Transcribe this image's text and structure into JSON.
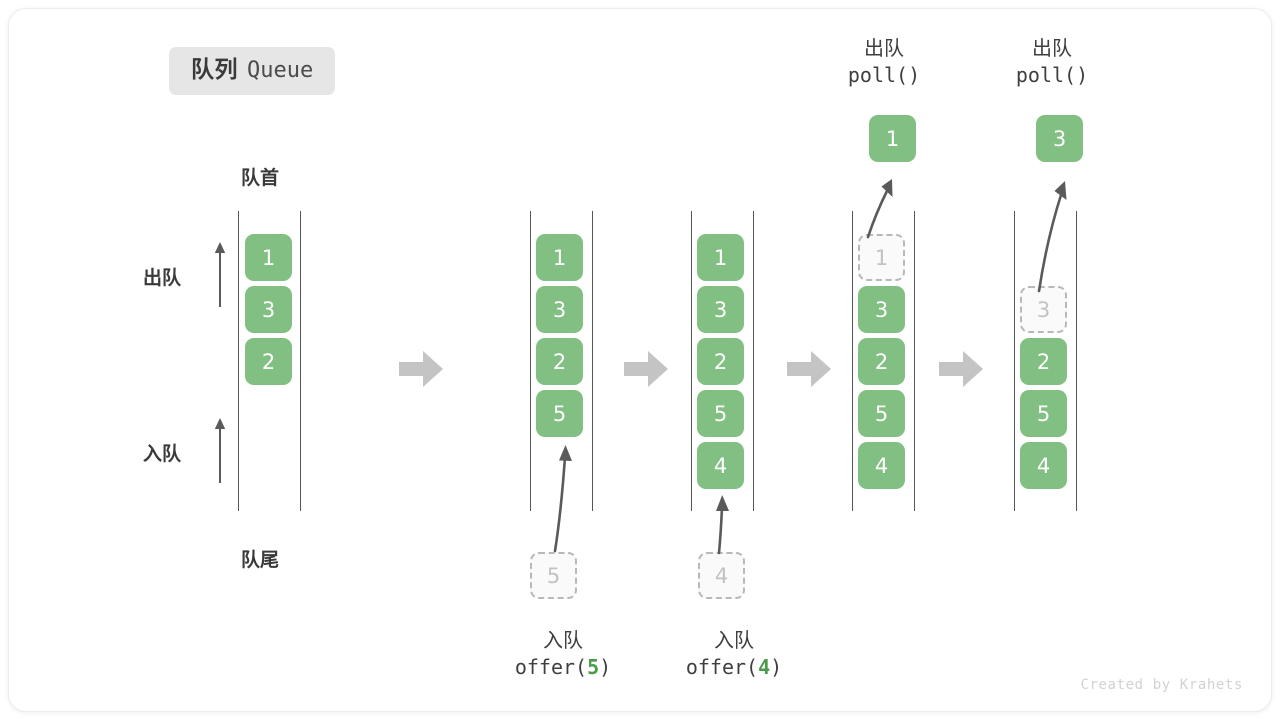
{
  "title": {
    "cn": "队列",
    "en": "Queue"
  },
  "labels": {
    "head": "队首",
    "tail": "队尾",
    "dequeue": "出队",
    "enqueue": "入队"
  },
  "side_ops": [
    {
      "name": "dequeue-direction",
      "text": "出队"
    },
    {
      "name": "enqueue-direction",
      "text": "入队"
    }
  ],
  "operations": [
    {
      "cn": "入队",
      "fn": "offer(",
      "arg": "5",
      "close": ")"
    },
    {
      "cn": "入队",
      "fn": "offer(",
      "arg": "4",
      "close": ")"
    },
    {
      "cn": "出队",
      "fn": "poll(",
      "arg": "",
      "close": ")"
    },
    {
      "cn": "出队",
      "fn": "poll(",
      "arg": "",
      "close": ")"
    }
  ],
  "colors": {
    "cell_fill": "#82bf82",
    "cell_text": "#ffffff",
    "ghost_fill": "#fafafa",
    "ghost_border": "#b8b8b8",
    "ghost_text": "#c2c2c2",
    "rail": "#555555",
    "step_arrow": "#c4c4c4",
    "motion_arrow": "#5a5a5a",
    "badge_bg": "#e6e6e6",
    "accent_green": "#4a9b4a"
  },
  "columns": [
    {
      "name": "queue-state-1",
      "cells": [
        {
          "value": "1",
          "state": "full"
        },
        {
          "value": "3",
          "state": "full"
        },
        {
          "value": "2",
          "state": "full"
        }
      ]
    },
    {
      "name": "queue-state-2",
      "cells": [
        {
          "value": "1",
          "state": "full"
        },
        {
          "value": "3",
          "state": "full"
        },
        {
          "value": "2",
          "state": "full"
        },
        {
          "value": "5",
          "state": "full"
        }
      ],
      "incoming": {
        "value": "5",
        "state": "ghost"
      }
    },
    {
      "name": "queue-state-3",
      "cells": [
        {
          "value": "1",
          "state": "full"
        },
        {
          "value": "3",
          "state": "full"
        },
        {
          "value": "2",
          "state": "full"
        },
        {
          "value": "5",
          "state": "full"
        },
        {
          "value": "4",
          "state": "full"
        }
      ],
      "incoming": {
        "value": "4",
        "state": "ghost"
      }
    },
    {
      "name": "queue-state-4",
      "cells": [
        {
          "value": "1",
          "state": "ghost"
        },
        {
          "value": "3",
          "state": "full"
        },
        {
          "value": "2",
          "state": "full"
        },
        {
          "value": "5",
          "state": "full"
        },
        {
          "value": "4",
          "state": "full"
        }
      ],
      "outgoing": {
        "value": "1",
        "state": "full"
      }
    },
    {
      "name": "queue-state-5",
      "cells": [
        {
          "value": "",
          "state": "empty"
        },
        {
          "value": "3",
          "state": "ghost"
        },
        {
          "value": "2",
          "state": "full"
        },
        {
          "value": "5",
          "state": "full"
        },
        {
          "value": "4",
          "state": "full"
        }
      ],
      "outgoing": {
        "value": "3",
        "state": "full"
      }
    }
  ],
  "watermark": "Created by Krahets"
}
